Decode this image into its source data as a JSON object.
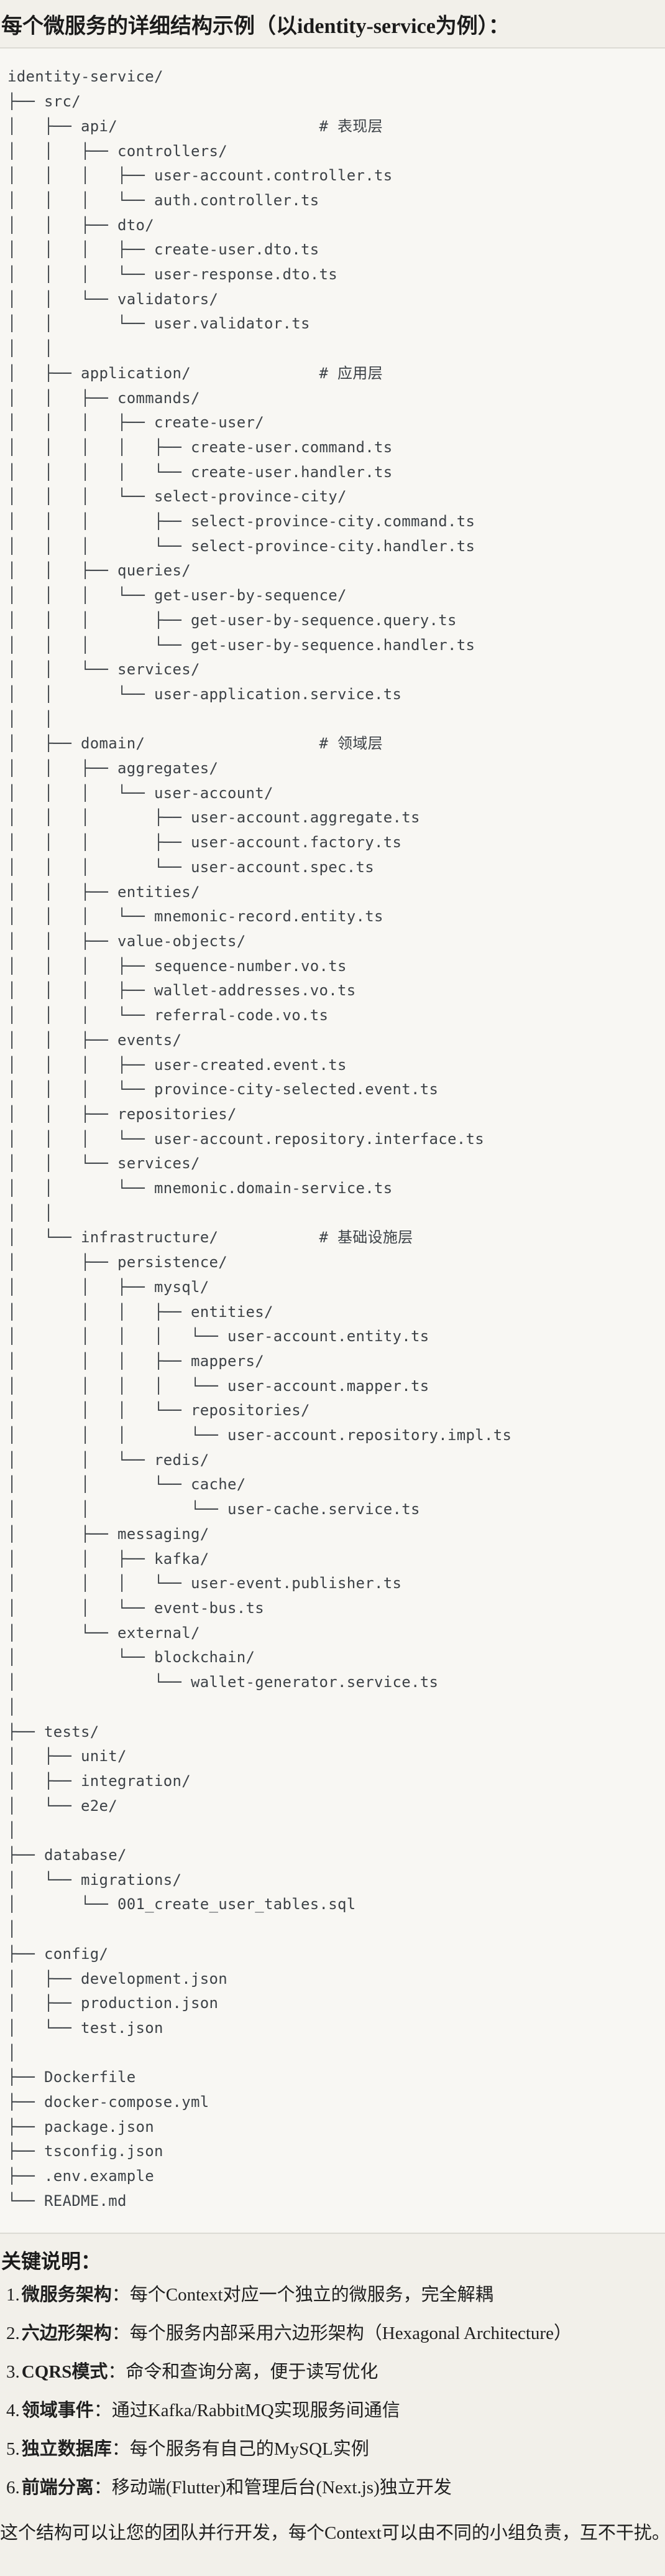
{
  "page": {
    "title": "每个微服务的详细结构示例（以identity-service为例）："
  },
  "tree": {
    "lines": [
      "identity-service/",
      "├── src/",
      "│   ├── api/                      # 表现层",
      "│   │   ├── controllers/",
      "│   │   │   ├── user-account.controller.ts",
      "│   │   │   └── auth.controller.ts",
      "│   │   ├── dto/",
      "│   │   │   ├── create-user.dto.ts",
      "│   │   │   └── user-response.dto.ts",
      "│   │   └── validators/",
      "│   │       └── user.validator.ts",
      "│   │",
      "│   ├── application/              # 应用层",
      "│   │   ├── commands/",
      "│   │   │   ├── create-user/",
      "│   │   │   │   ├── create-user.command.ts",
      "│   │   │   │   └── create-user.handler.ts",
      "│   │   │   └── select-province-city/",
      "│   │   │       ├── select-province-city.command.ts",
      "│   │   │       └── select-province-city.handler.ts",
      "│   │   ├── queries/",
      "│   │   │   └── get-user-by-sequence/",
      "│   │   │       ├── get-user-by-sequence.query.ts",
      "│   │   │       └── get-user-by-sequence.handler.ts",
      "│   │   └── services/",
      "│   │       └── user-application.service.ts",
      "│   │",
      "│   ├── domain/                   # 领域层",
      "│   │   ├── aggregates/",
      "│   │   │   └── user-account/",
      "│   │   │       ├── user-account.aggregate.ts",
      "│   │   │       ├── user-account.factory.ts",
      "│   │   │       └── user-account.spec.ts",
      "│   │   ├── entities/",
      "│   │   │   └── mnemonic-record.entity.ts",
      "│   │   ├── value-objects/",
      "│   │   │   ├── sequence-number.vo.ts",
      "│   │   │   ├── wallet-addresses.vo.ts",
      "│   │   │   └── referral-code.vo.ts",
      "│   │   ├── events/",
      "│   │   │   ├── user-created.event.ts",
      "│   │   │   └── province-city-selected.event.ts",
      "│   │   ├── repositories/",
      "│   │   │   └── user-account.repository.interface.ts",
      "│   │   └── services/",
      "│   │       └── mnemonic.domain-service.ts",
      "│   │",
      "│   └── infrastructure/           # 基础设施层",
      "│       ├── persistence/",
      "│       │   ├── mysql/",
      "│       │   │   ├── entities/",
      "│       │   │   │   └── user-account.entity.ts",
      "│       │   │   ├── mappers/",
      "│       │   │   │   └── user-account.mapper.ts",
      "│       │   │   └── repositories/",
      "│       │   │       └── user-account.repository.impl.ts",
      "│       │   └── redis/",
      "│       │       └── cache/",
      "│       │           └── user-cache.service.ts",
      "│       ├── messaging/",
      "│       │   ├── kafka/",
      "│       │   │   └── user-event.publisher.ts",
      "│       │   └── event-bus.ts",
      "│       └── external/",
      "│           └── blockchain/",
      "│               └── wallet-generator.service.ts",
      "│",
      "├── tests/",
      "│   ├── unit/",
      "│   ├── integration/",
      "│   └── e2e/",
      "│",
      "├── database/",
      "│   └── migrations/",
      "│       └── 001_create_user_tables.sql",
      "│",
      "├── config/",
      "│   ├── development.json",
      "│   ├── production.json",
      "│   └── test.json",
      "│",
      "├── Dockerfile",
      "├── docker-compose.yml",
      "├── package.json",
      "├── tsconfig.json",
      "├── .env.example",
      "└── README.md"
    ]
  },
  "notes": {
    "heading": "关键说明：",
    "items": [
      {
        "num": "1.",
        "label": "微服务架构",
        "text": "：每个Context对应一个独立的微服务，完全解耦"
      },
      {
        "num": "2.",
        "label": "六边形架构",
        "text": "：每个服务内部采用六边形架构（Hexagonal Architecture）"
      },
      {
        "num": "3.",
        "label": "CQRS模式",
        "text": "：命令和查询分离，便于读写优化"
      },
      {
        "num": "4.",
        "label": "领域事件",
        "text": "：通过Kafka/RabbitMQ实现服务间通信"
      },
      {
        "num": "5.",
        "label": "独立数据库",
        "text": "：每个服务有自己的MySQL实例"
      },
      {
        "num": "6.",
        "label": "前端分离",
        "text": "：移动端(Flutter)和管理后台(Next.js)独立开发"
      }
    ],
    "footer": "这个结构可以让您的团队并行开发，每个Context可以由不同的小组负责，互不干扰。"
  },
  "colors": {
    "page_bg": "#F2F0EA",
    "code_bg": "#F8F7F3",
    "border": "#DCDBD4",
    "tree_text": "#3D4247",
    "text": "#202020"
  }
}
